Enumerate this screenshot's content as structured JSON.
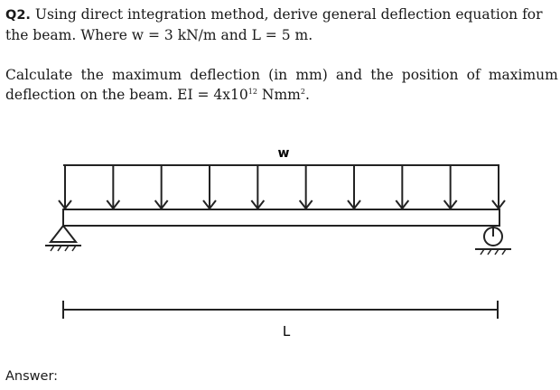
{
  "question": {
    "number": "Q2.",
    "line1": "Using direct integration method, derive general deflection equation for",
    "line2": "the beam. Where w = 3 kN/m and L = 5 m."
  },
  "calculate": {
    "line1_words": [
      "Calculate",
      "the",
      "maximum",
      "deflection",
      "(in",
      "mm)",
      "and",
      "the",
      "position",
      "of",
      "maximum"
    ],
    "line2_prefix": "deflection on the beam. EI = 4x10",
    "exponent": "12",
    "line2_unit": " Nmm",
    "unit_power": "2",
    "line2_end": "."
  },
  "diagram": {
    "load_label": "w",
    "length_label": "L",
    "arrow_count": 10,
    "left_support": "pin",
    "right_support": "roller"
  },
  "answer_label": "Answer:"
}
